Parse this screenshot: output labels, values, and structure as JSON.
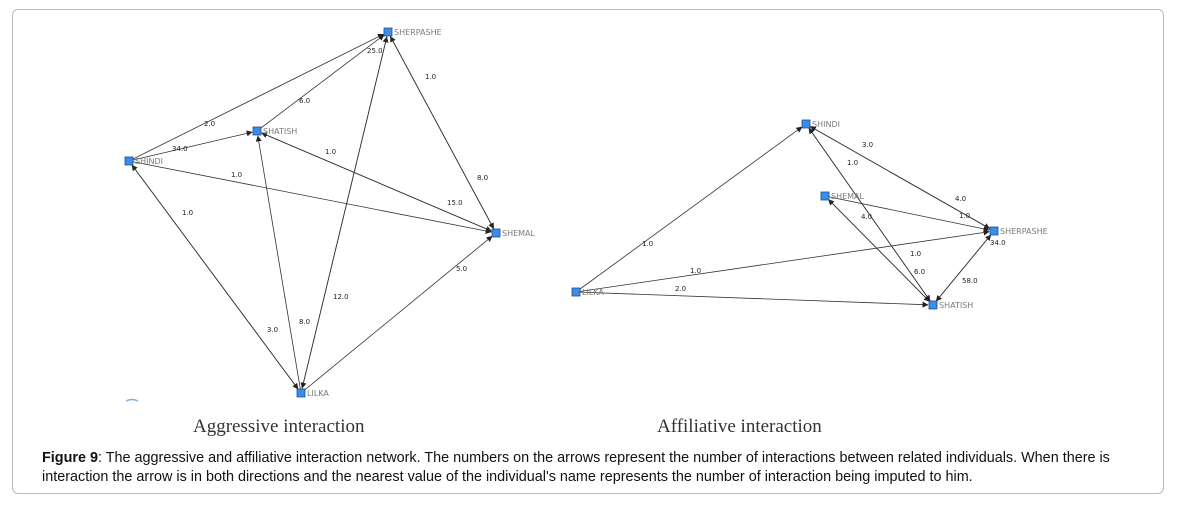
{
  "figure": {
    "panels": [
      {
        "id": "aggressive",
        "title": "Aggressive interaction",
        "nodes": [
          {
            "id": "SHERPASHE",
            "label": "SHERPASHE"
          },
          {
            "id": "SHATISH",
            "label": "SHATISH"
          },
          {
            "id": "SHINDI",
            "label": "SHINDI"
          },
          {
            "id": "SHEMAL",
            "label": "SHEMAL"
          },
          {
            "id": "LILKA",
            "label": "LILKA"
          }
        ],
        "edges": [
          {
            "from": "SHINDI",
            "to": "SHERPASHE",
            "label": "2.0"
          },
          {
            "from": "SHATISH",
            "to": "SHERPASHE",
            "label": "6.0"
          },
          {
            "from": "SHINDI",
            "to": "SHATISH",
            "label": "34.0"
          },
          {
            "from": "SHINDI",
            "to": "SHEMAL",
            "label": "1.0"
          },
          {
            "from": "SHATISH",
            "to": "SHEMAL",
            "label": "1.0"
          },
          {
            "from": "SHEMAL",
            "to": "SHATISH",
            "label": "15.0"
          },
          {
            "from": "SHEMAL",
            "to": "SHERPASHE",
            "label": "1.0"
          },
          {
            "from": "SHERPASHE",
            "to": "SHEMAL",
            "label": "8.0"
          },
          {
            "from": "LILKA",
            "to": "SHEMAL",
            "label": "5.0"
          },
          {
            "from": "LILKA",
            "to": "SHERPASHE",
            "label": "12.0"
          },
          {
            "from": "SHERPASHE",
            "to": "LILKA",
            "label": "25.0"
          },
          {
            "from": "LILKA",
            "to": "SHATISH",
            "label": "8.0"
          },
          {
            "from": "LILKA",
            "to": "SHINDI",
            "label": "1.0"
          },
          {
            "from": "SHINDI",
            "to": "LILKA",
            "label": "3.0"
          }
        ]
      },
      {
        "id": "affiliative",
        "title": "Affiliative interaction",
        "nodes": [
          {
            "id": "SHINDI",
            "label": "SHINDI"
          },
          {
            "id": "SHEMAL",
            "label": "SHEMAL"
          },
          {
            "id": "SHERPASHE",
            "label": "SHERPASHE"
          },
          {
            "id": "SHATISH",
            "label": "SHATISH"
          },
          {
            "id": "LILKA",
            "label": "LILKA"
          }
        ],
        "edges": [
          {
            "from": "LILKA",
            "to": "SHINDI",
            "label": "1.0"
          },
          {
            "from": "SHINDI",
            "to": "SHERPASHE",
            "label": "3.0"
          },
          {
            "from": "SHERPASHE",
            "to": "SHINDI",
            "label": "4.0"
          },
          {
            "from": "SHINDI",
            "to": "SHATISH",
            "label": "1.0"
          },
          {
            "from": "SHATISH",
            "to": "SHINDI",
            "label": "6.0"
          },
          {
            "from": "SHEMAL",
            "to": "SHERPASHE",
            "label": "1.0"
          },
          {
            "from": "SHATISH",
            "to": "SHEMAL",
            "label": "4.0"
          },
          {
            "from": "SHEMAL",
            "to": "SHATISH",
            "label": "1.0"
          },
          {
            "from": "LILKA",
            "to": "SHERPASHE",
            "label": "1.0"
          },
          {
            "from": "LILKA",
            "to": "SHATISH",
            "label": "2.0"
          },
          {
            "from": "SHATISH",
            "to": "SHERPASHE",
            "label": "58.0"
          },
          {
            "from": "SHERPASHE",
            "to": "SHATISH",
            "label": "34.0"
          }
        ]
      }
    ]
  },
  "caption": {
    "label": "Figure 9",
    "text": ": The aggressive and affiliative interaction network. The numbers on the arrows represent the number of interactions between related individuals. When there is interaction the arrow is in both directions and the nearest value of the individual's name represents the number of interaction being imputed to him."
  },
  "colors": {
    "node_fill": "#3a8ee6",
    "node_stroke": "#1b4f9c",
    "edge": "#333333",
    "frame_border": "#b9b9b9"
  }
}
